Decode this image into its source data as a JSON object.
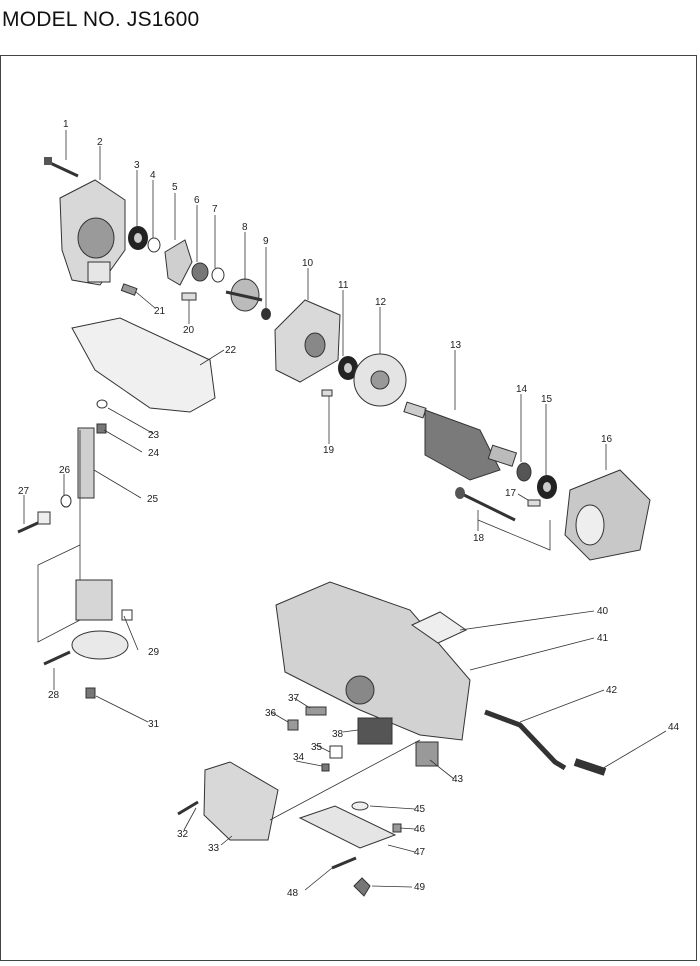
{
  "header": {
    "title": "MODEL NO. JS1600"
  },
  "labels": [
    "1",
    "2",
    "3",
    "4",
    "5",
    "6",
    "7",
    "8",
    "9",
    "10",
    "11",
    "12",
    "13",
    "14",
    "15",
    "16",
    "17",
    "18",
    "19",
    "20",
    "21",
    "22",
    "23",
    "24",
    "25",
    "26",
    "27",
    "28",
    "29",
    "31",
    "32",
    "33",
    "34",
    "35",
    "36",
    "37",
    "38",
    "40",
    "41",
    "42",
    "43",
    "44",
    "45",
    "46",
    "47",
    "48",
    "49"
  ]
}
